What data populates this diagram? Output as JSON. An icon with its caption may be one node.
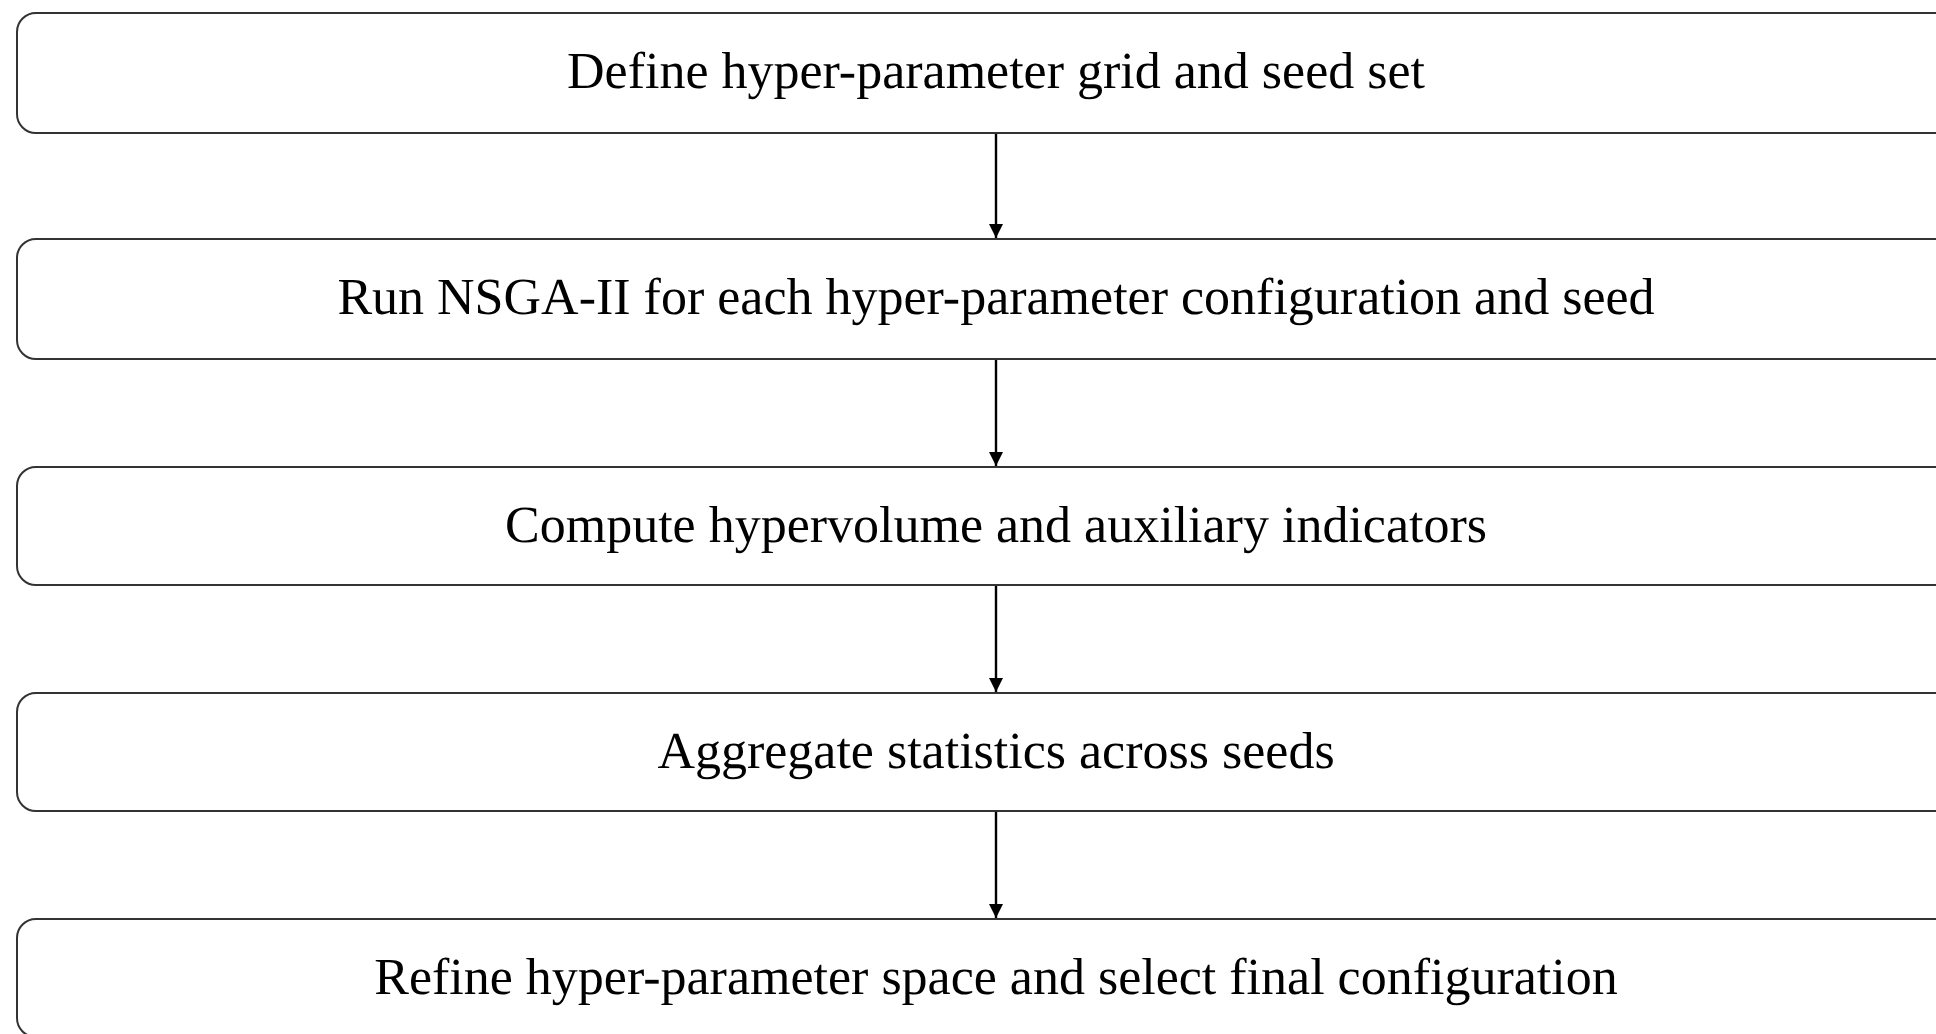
{
  "diagram": {
    "nodes": [
      {
        "text": [
          "Define hyper-parameter grid and seed set"
        ]
      },
      {
        "text": [
          "Run NSGA-II for each hyper-parameter configuration and seed"
        ]
      },
      {
        "text": [
          "Compute hypervolume and auxiliary indicators"
        ]
      },
      {
        "text": [
          "Aggregate statistics across seeds"
        ]
      },
      {
        "text": [
          "Refine hyper-parameter space and select final configuration"
        ]
      }
    ],
    "edges": [
      {
        "from": 0,
        "to": 1,
        "arrow": "to"
      },
      {
        "from": 1,
        "to": 2,
        "arrow": "to"
      },
      {
        "from": 2,
        "to": 3,
        "arrow": "to"
      },
      {
        "from": 3,
        "to": 4,
        "arrow": "to"
      }
    ]
  }
}
